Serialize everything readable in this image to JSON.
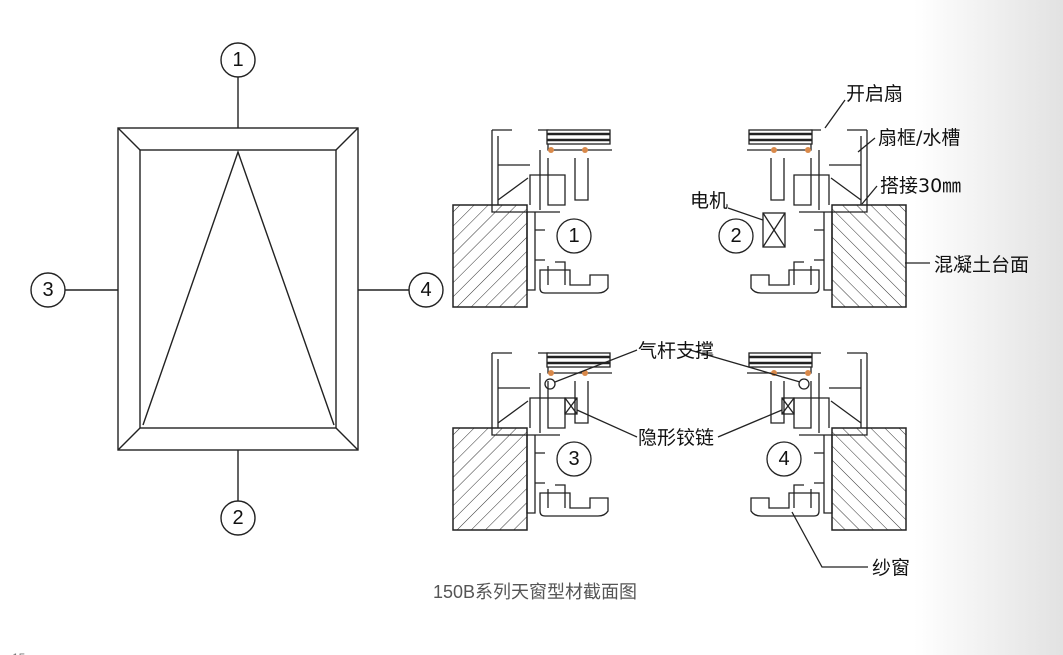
{
  "callouts": [
    "1",
    "2",
    "3",
    "4"
  ],
  "labels": {
    "sash": "开启扇",
    "sash_frame_gutter": "扇框/水槽",
    "overlap": "搭接30㎜",
    "motor": "电机",
    "concrete_sill": "混凝土台面",
    "gas_strut": "气杆支撑",
    "hidden_hinge": "隐形铰链",
    "screen": "纱窗"
  },
  "caption": "150B系列天窗型材截面图",
  "page_number": "15",
  "colors": {
    "line": "#222222",
    "gasket": "#d9894a",
    "caption": "#555555"
  }
}
